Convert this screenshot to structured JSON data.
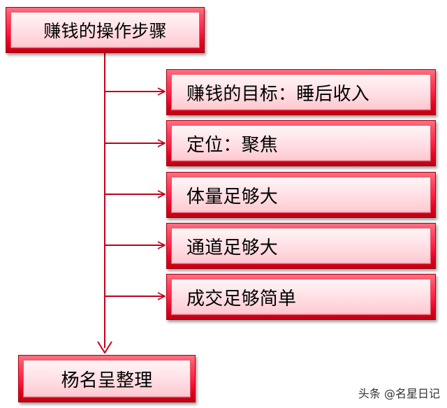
{
  "diagram": {
    "root": "赚钱的操作步骤",
    "steps": [
      "赚钱的目标：睡后收入",
      "定位：聚焦",
      "体量足够大",
      "通道足够大",
      "成交足够简单"
    ],
    "footer": "杨名呈整理",
    "watermark": "头条 @名星日记"
  },
  "colors": {
    "box_border": "#A4000F",
    "box_fill": "#FFE1E6",
    "arrow": "#C00018",
    "text": "#000000"
  }
}
